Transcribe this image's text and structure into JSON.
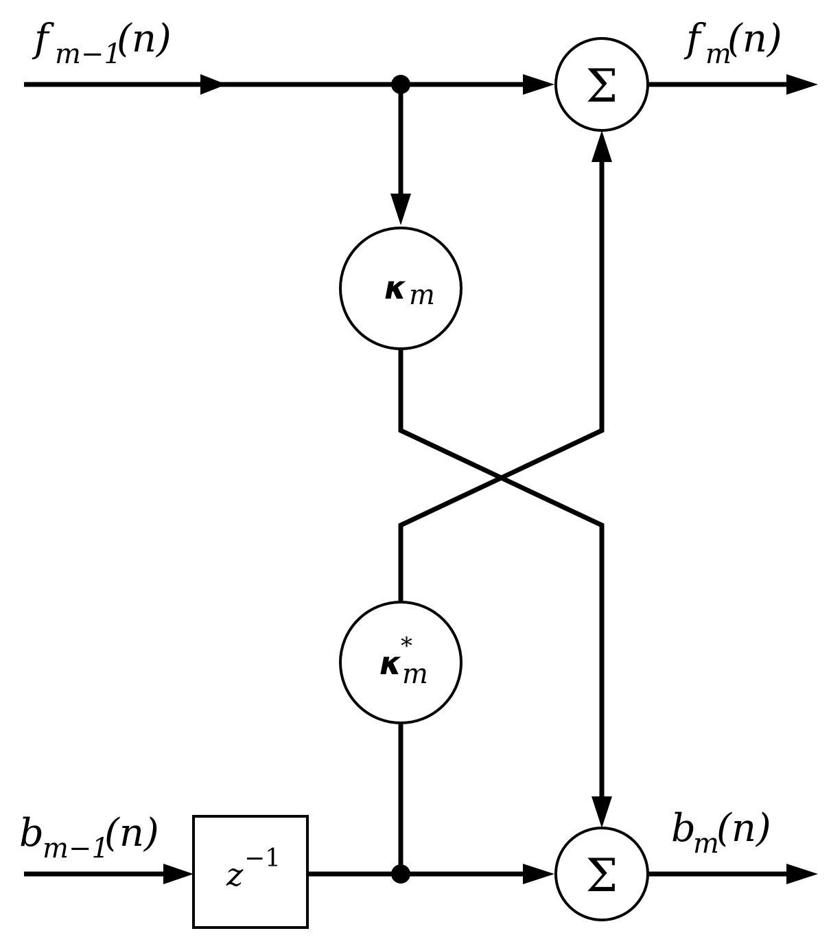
{
  "labels": {
    "f_in": {
      "base": "f",
      "sub": "m−1",
      "arg": "(n)"
    },
    "f_out": {
      "base": "f",
      "sub": "m",
      "arg": "(n)"
    },
    "b_in": {
      "base": "b",
      "sub": "m−1",
      "arg": "(n)"
    },
    "b_out": {
      "base": "b",
      "sub": "m",
      "arg": "(n)"
    }
  },
  "summers": {
    "top": {
      "symbol": "Σ"
    },
    "bottom": {
      "symbol": "Σ"
    }
  },
  "gains": {
    "forward": {
      "symbol": "κ",
      "sub": "m"
    },
    "backward": {
      "symbol": "κ",
      "sub": "m",
      "sup": "*"
    }
  },
  "delay": {
    "base": "z",
    "sup": "−1"
  }
}
